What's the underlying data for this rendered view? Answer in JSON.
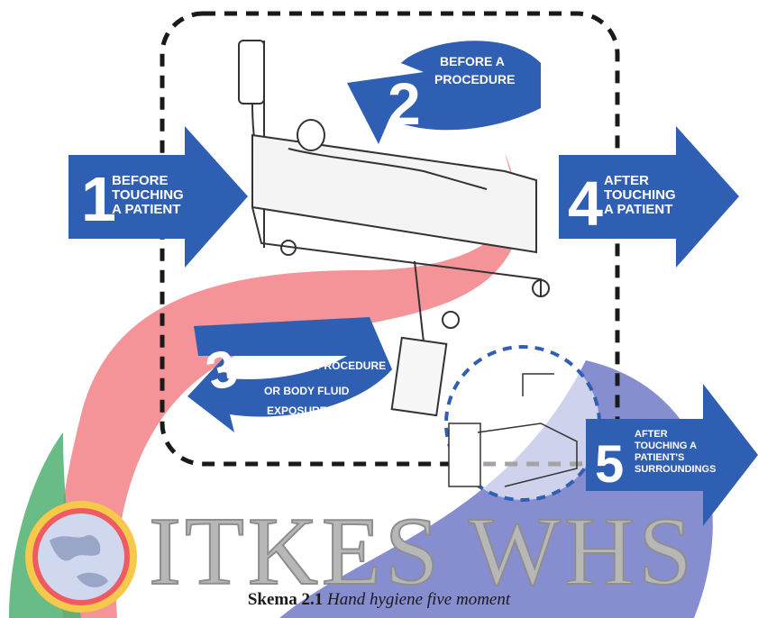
{
  "moments": [
    {
      "number": "1",
      "lines": [
        "BEFORE",
        "TOUCHING",
        "A PATIENT"
      ]
    },
    {
      "number": "2",
      "lines": [
        "BEFORE A",
        "PROCEDURE"
      ]
    },
    {
      "number": "3",
      "lines": [
        "AFTER A PROCEDURE",
        "OR BODY FLUID",
        "EXPOSURE RISK"
      ]
    },
    {
      "number": "4",
      "lines": [
        "AFTER",
        "TOUCHING",
        "A PATIENT"
      ]
    },
    {
      "number": "5",
      "lines": [
        "AFTER",
        "TOUCHING A",
        "PATIENT'S",
        "SURROUNDINGS"
      ]
    }
  ],
  "watermark": {
    "text": "ITKES WHS"
  },
  "caption": {
    "label": "Skema 2.1",
    "title": "Hand hygiene five moment"
  },
  "colors": {
    "arrow_blue": "#2f5fb3",
    "watermark_red": "#ee5b63",
    "watermark_blue": "#5d68c0",
    "watermark_green": "#4fb070"
  }
}
